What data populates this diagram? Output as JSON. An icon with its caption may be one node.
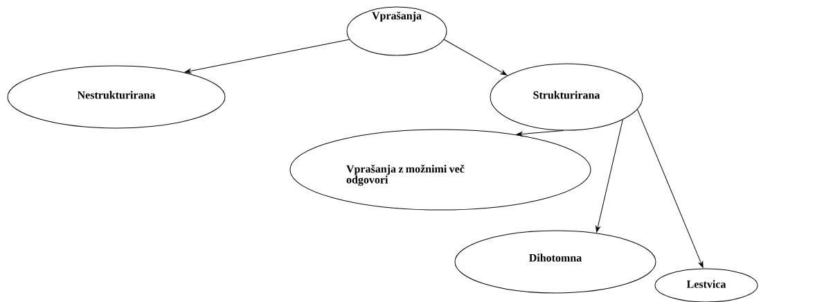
{
  "diagram": {
    "nodes": [
      {
        "text": [
          "Vprašanja"
        ]
      },
      {
        "text": [
          "Nestrukturirana"
        ]
      },
      {
        "text": [
          "Strukturirana"
        ]
      },
      {
        "text": [
          "Vprašanja z možnimi več odgovori"
        ]
      },
      {
        "text": [
          "Dihotomna"
        ]
      },
      {
        "text": [
          "Lestvica"
        ]
      }
    ],
    "edges": [
      {
        "from": 0,
        "to": 1,
        "arrow": "to"
      },
      {
        "from": 0,
        "to": 2,
        "arrow": "to"
      },
      {
        "from": 2,
        "to": 3,
        "arrow": "to"
      },
      {
        "from": 2,
        "to": 4,
        "arrow": "to"
      },
      {
        "from": 2,
        "to": 5,
        "arrow": "to"
      }
    ]
  }
}
